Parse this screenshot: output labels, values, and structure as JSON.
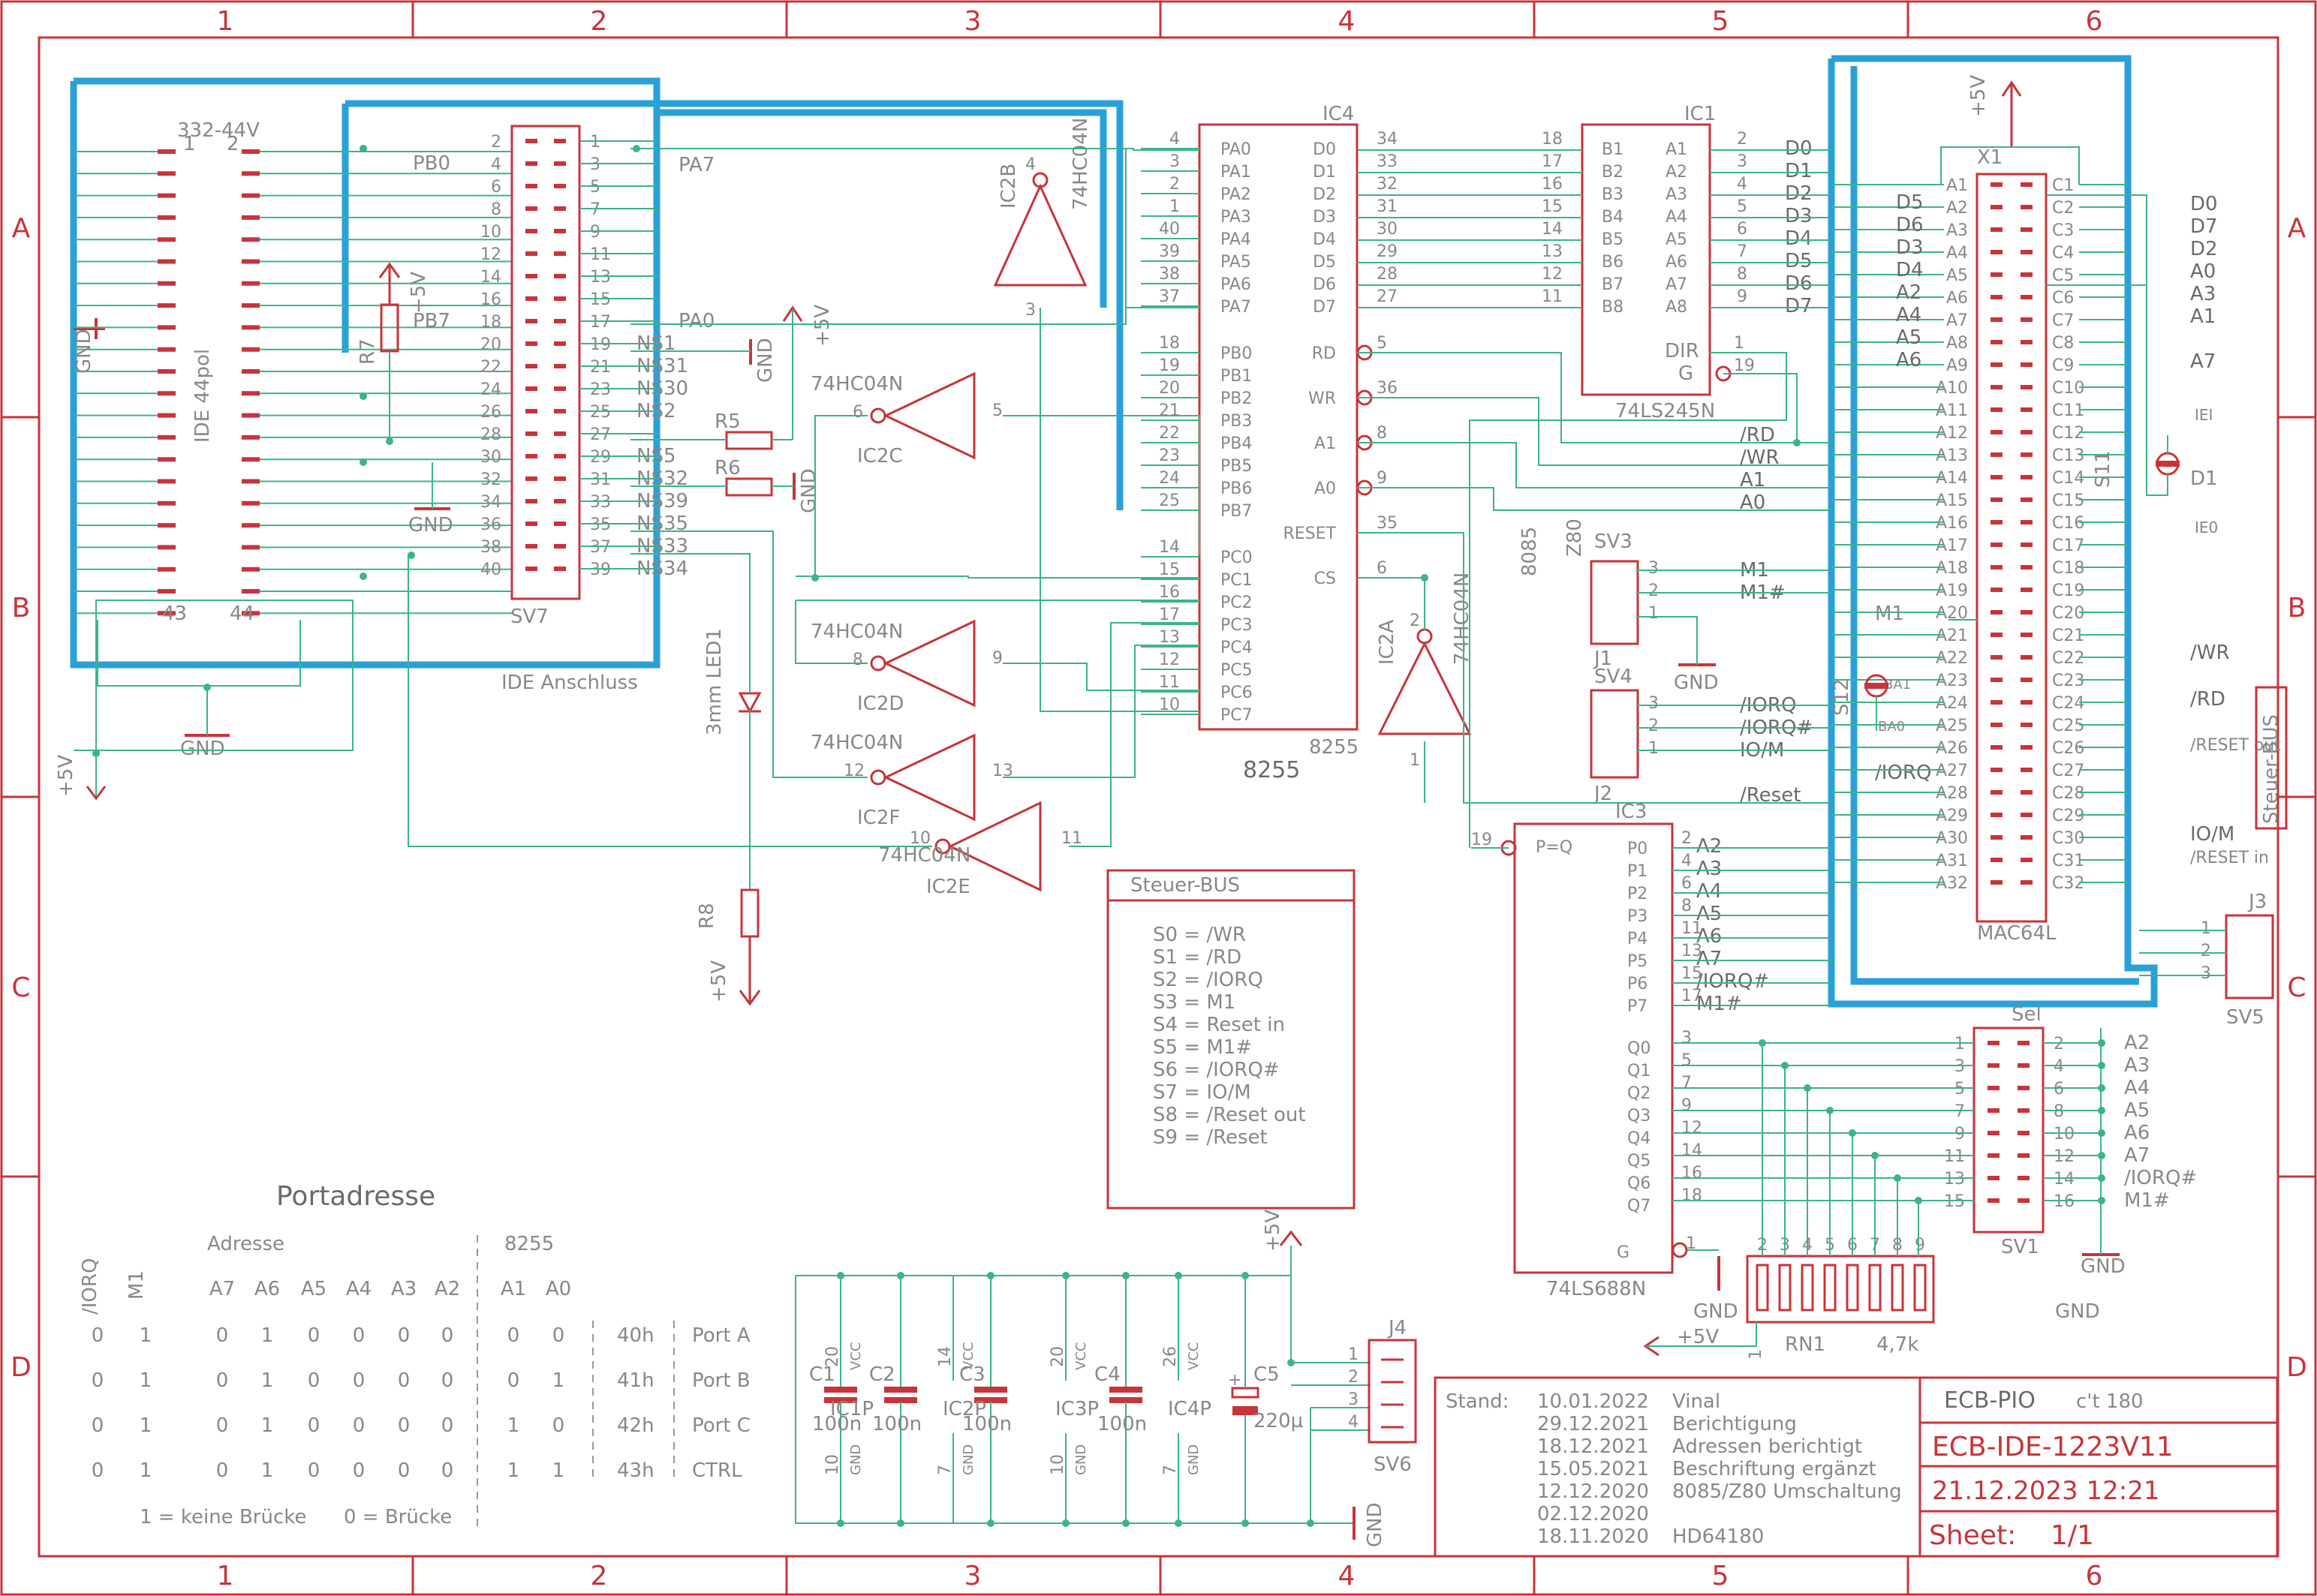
{
  "frame": {
    "cols": [
      "1",
      "2",
      "3",
      "4",
      "5",
      "6"
    ],
    "rows": [
      "A",
      "B",
      "C",
      "D"
    ]
  },
  "ide": {
    "part": "332-44V",
    "pin1": "1",
    "pin2": "2",
    "pin43": "43",
    "pin44": "44",
    "name": "IDE 44pol",
    "gnd": "GND",
    "gnd2": "GND",
    "vcc": "+5V",
    "title": "IDE Anschluss"
  },
  "sv7": {
    "name": "SV7",
    "pins_even": [
      "2",
      "4",
      "6",
      "8",
      "10",
      "12",
      "14",
      "16",
      "18",
      "20",
      "22",
      "24",
      "26",
      "28",
      "30",
      "32",
      "34",
      "36",
      "38",
      "40"
    ],
    "pins_odd": [
      "1",
      "3",
      "5",
      "7",
      "9",
      "11",
      "13",
      "15",
      "17",
      "19",
      "21",
      "23",
      "25",
      "27",
      "29",
      "31",
      "33",
      "35",
      "37",
      "39"
    ],
    "labels_right": [
      "PA7",
      "PA0"
    ],
    "labels_left": [
      "PB0",
      "PB7"
    ],
    "nc": [
      "NS1",
      "NS31",
      "NS30",
      "NS2",
      "NS5",
      "NS32",
      "NS39",
      "NS35",
      "NS33",
      "NS34"
    ],
    "gnd": "GND"
  },
  "r7": {
    "name": "R7",
    "vcc": "+5V"
  },
  "r5": "R5",
  "r6": "R6",
  "r6gnd": "GND",
  "r5vcc": "+5V",
  "gnd19": "GND",
  "led": {
    "name": "3mm LED1",
    "r8": "R8",
    "vcc": "+5V"
  },
  "inv": {
    "ic2b": "IC2B",
    "ic2c": "IC2C",
    "ic2d": "IC2D",
    "ic2f": "IC2F",
    "ic2e": "IC2E",
    "ic2a": "IC2A",
    "type": "74HC04N",
    "p6": "6",
    "p5": "5",
    "p8": "8",
    "p9": "9",
    "p12": "12",
    "p13": "13",
    "p10": "10",
    "p11": "11",
    "p4": "4",
    "p3": "3",
    "p2": "2",
    "p1": "1"
  },
  "ic4": {
    "name": "IC4",
    "chip": "8255",
    "chip2": "8255",
    "left": [
      [
        "4",
        "PA0"
      ],
      [
        "3",
        "PA1"
      ],
      [
        "2",
        "PA2"
      ],
      [
        "1",
        "PA3"
      ],
      [
        "40",
        "PA4"
      ],
      [
        "39",
        "PA5"
      ],
      [
        "38",
        "PA6"
      ],
      [
        "37",
        "PA7"
      ],
      [
        "18",
        "PB0"
      ],
      [
        "19",
        "PB1"
      ],
      [
        "20",
        "PB2"
      ],
      [
        "21",
        "PB3"
      ],
      [
        "22",
        "PB4"
      ],
      [
        "23",
        "PB5"
      ],
      [
        "24",
        "PB6"
      ],
      [
        "25",
        "PB7"
      ],
      [
        "14",
        "PC0"
      ],
      [
        "15",
        "PC1"
      ],
      [
        "16",
        "PC2"
      ],
      [
        "17",
        "PC3"
      ],
      [
        "13",
        "PC4"
      ],
      [
        "12",
        "PC5"
      ],
      [
        "11",
        "PC6"
      ],
      [
        "10",
        "PC7"
      ]
    ],
    "right": [
      [
        "34",
        "D0"
      ],
      [
        "33",
        "D1"
      ],
      [
        "32",
        "D2"
      ],
      [
        "31",
        "D3"
      ],
      [
        "30",
        "D4"
      ],
      [
        "29",
        "D5"
      ],
      [
        "28",
        "D6"
      ],
      [
        "27",
        "D7"
      ]
    ],
    "ctrl": [
      [
        "5",
        "RD"
      ],
      [
        "36",
        "WR"
      ],
      [
        "8",
        "A1"
      ],
      [
        "9",
        "A0"
      ],
      [
        "35",
        "RESET"
      ],
      [
        "6",
        "CS"
      ]
    ]
  },
  "ic1": {
    "name": "IC1",
    "chip": "74LS245N",
    "b": [
      [
        "18",
        "B1"
      ],
      [
        "17",
        "B2"
      ],
      [
        "16",
        "B3"
      ],
      [
        "15",
        "B4"
      ],
      [
        "14",
        "B5"
      ],
      [
        "13",
        "B6"
      ],
      [
        "12",
        "B7"
      ],
      [
        "11",
        "B8"
      ]
    ],
    "a": [
      [
        "2",
        "A1"
      ],
      [
        "3",
        "A2"
      ],
      [
        "4",
        "A3"
      ],
      [
        "5",
        "A4"
      ],
      [
        "6",
        "A5"
      ],
      [
        "7",
        "A6"
      ],
      [
        "8",
        "A7"
      ],
      [
        "9",
        "A8"
      ]
    ],
    "d": [
      "D0",
      "D1",
      "D2",
      "D3",
      "D4",
      "D5",
      "D6",
      "D7"
    ],
    "dir": "DIR",
    "g": "G",
    "p1": "1",
    "p19": "19"
  },
  "x1": {
    "name": "X1",
    "chip": "MAC64L",
    "vcc": "+5V",
    "a": [
      "A1",
      "A2",
      "A3",
      "A4",
      "A5",
      "A6",
      "A7",
      "A8",
      "A9",
      "A10",
      "A11",
      "A12",
      "A13",
      "A14",
      "A15",
      "A16",
      "A17",
      "A18",
      "A19",
      "A20",
      "A21",
      "A22",
      "A23",
      "A24",
      "A25",
      "A26",
      "A27",
      "A28",
      "A29",
      "A30",
      "A31",
      "A32"
    ],
    "c": [
      "C1",
      "C2",
      "C3",
      "C4",
      "C5",
      "C6",
      "C7",
      "C8",
      "C9",
      "C10",
      "C11",
      "C12",
      "C13",
      "C14",
      "C15",
      "C16",
      "C17",
      "C18",
      "C19",
      "C20",
      "C21",
      "C22",
      "C23",
      "C24",
      "C25",
      "C26",
      "C27",
      "C28",
      "C29",
      "C30",
      "C31",
      "C32"
    ],
    "left_sig": [
      "D5",
      "D6",
      "D3",
      "D4",
      "A2",
      "A4",
      "A5",
      "A6"
    ],
    "right_sig": [
      "D0",
      "D7",
      "D2",
      "A0",
      "A3",
      "A1",
      "A7"
    ],
    "right_ctrl": [
      "/WR",
      "/RD",
      "/RESET out",
      "IO/M",
      "/RESET in"
    ],
    "iei": "IEI",
    "ieo": "IE0",
    "s11": "S11",
    "d1": "D1",
    "s12": "S12",
    "ba1": "BA1",
    "ba0": "BA0",
    "m1": "M1",
    "p1": "1",
    "p2": "2"
  },
  "ctrl_lines": [
    "/RD",
    "/WR",
    "A1",
    "A0"
  ],
  "sv3": {
    "name": "SV3",
    "p": [
      "3",
      "2",
      "1"
    ],
    "sig": [
      "M1",
      "M1#"
    ],
    "j": "J1",
    "cpu1": "8085",
    "cpu2": "Z80",
    "gnd": "GND"
  },
  "sv4": {
    "name": "SV4",
    "p": [
      "3",
      "2",
      "1"
    ],
    "sig": [
      "/IORQ",
      "/IORQ#",
      "IO/M"
    ],
    "j": "J2"
  },
  "misc": {
    "iorq": "/IORQ",
    "reset": "/Reset",
    "steuer": "Steuer-BUS"
  },
  "ic3": {
    "name": "IC3",
    "chip": "74LS688N",
    "pq": "P=Q",
    "p19": "19",
    "g": "G",
    "p1": "1",
    "p": [
      [
        "2",
        "P0",
        "A2"
      ],
      [
        "4",
        "P1",
        "A3"
      ],
      [
        "6",
        "P2",
        "A4"
      ],
      [
        "8",
        "P3",
        "A5"
      ],
      [
        "11",
        "P4",
        "A6"
      ],
      [
        "13",
        "P5",
        "A7"
      ],
      [
        "15",
        "P6",
        "/IORQ#"
      ],
      [
        "17",
        "P7",
        "M1#"
      ]
    ],
    "q": [
      [
        "3",
        "Q0"
      ],
      [
        "5",
        "Q1"
      ],
      [
        "7",
        "Q2"
      ],
      [
        "9",
        "Q3"
      ],
      [
        "12",
        "Q4"
      ],
      [
        "14",
        "Q5"
      ],
      [
        "16",
        "Q6"
      ],
      [
        "18",
        "Q7"
      ]
    ]
  },
  "sv1": {
    "name": "SV1",
    "sel": "Sel",
    "left": [
      "1",
      "3",
      "5",
      "7",
      "9",
      "11",
      "13",
      "15"
    ],
    "right": [
      "2",
      "4",
      "6",
      "8",
      "10",
      "12",
      "14",
      "16"
    ],
    "sig": [
      "A2",
      "A3",
      "A4",
      "A5",
      "A6",
      "A7",
      "/IORQ#",
      "M1#"
    ],
    "gnd": "GND"
  },
  "j3": {
    "name": "J3",
    "sv": "SV5",
    "p": [
      "1",
      "2",
      "3"
    ]
  },
  "rn1": {
    "name": "RN1",
    "val": "4,7k",
    "pins": [
      "2",
      "3",
      "4",
      "5",
      "6",
      "7",
      "8",
      "9"
    ],
    "p1": "1",
    "vcc": "+5V",
    "gnd": "GND",
    "gnd2": "GND"
  },
  "steuerbox": {
    "title": "Steuer-BUS",
    "lines": [
      "S0 = /WR",
      "S1 = /RD",
      "S2 = /IORQ",
      "S3 = M1",
      "S4 = Reset in",
      "S5 = M1#",
      "S6 = /IORQ#",
      "S7 = IO/M",
      "S8 = /Reset out",
      "S9 = /Reset"
    ]
  },
  "caps": [
    {
      "n": "C1",
      "v": "100n",
      "ic": "IC1P",
      "vp": "20",
      "gp": "10"
    },
    {
      "n": "C2",
      "v": "100n",
      "ic": "IC2P",
      "vp": "14",
      "gp": "7"
    },
    {
      "n": "C3",
      "v": "100n",
      "ic": "IC3P",
      "vp": "20",
      "gp": "10"
    },
    {
      "n": "C4",
      "v": "100n",
      "ic": "IC4P",
      "vp": "26",
      "gp": "7"
    }
  ],
  "c5": {
    "n": "C5",
    "v": "220µ",
    "plus": "+"
  },
  "vcc_lbl": "VCC",
  "gnd_lbl": "GND",
  "cap_vcc": "+5V",
  "cap_gnd": "GND",
  "j4": {
    "name": "J4",
    "sv": "SV6",
    "p": [
      "1",
      "2",
      "3",
      "4"
    ]
  },
  "portadr": {
    "title": "Portadresse",
    "head_sig": [
      "/IORQ",
      "M1"
    ],
    "adresse": "Adresse",
    "head_adr": [
      "A7",
      "A6",
      "A5",
      "A4",
      "A3",
      "A2"
    ],
    "ic": "8255",
    "head_ic": [
      "A1",
      "A0"
    ],
    "rows": [
      [
        "0",
        "1",
        "0",
        "1",
        "0",
        "0",
        "0",
        "0",
        "0",
        "0",
        "40h",
        "Port A"
      ],
      [
        "0",
        "1",
        "0",
        "1",
        "0",
        "0",
        "0",
        "0",
        "0",
        "1",
        "41h",
        "Port B"
      ],
      [
        "0",
        "1",
        "0",
        "1",
        "0",
        "0",
        "0",
        "0",
        "1",
        "0",
        "42h",
        "Port C"
      ],
      [
        "0",
        "1",
        "0",
        "1",
        "0",
        "0",
        "0",
        "0",
        "1",
        "1",
        "43h",
        "CTRL"
      ]
    ],
    "legend": "1 = keine Brücke      0 = Brücke"
  },
  "titleblock": {
    "stand": "Stand:",
    "history": [
      [
        "10.01.2022",
        "Vinal"
      ],
      [
        "29.12.2021",
        "Berichtigung"
      ],
      [
        "18.12.2021",
        "Adressen berichtigt"
      ],
      [
        "15.05.2021",
        "Beschriftung ergänzt"
      ],
      [
        "12.12.2020",
        "8085/Z80 Umschaltung"
      ],
      [
        "02.12.2020",
        ""
      ],
      [
        "18.11.2020",
        "HD64180"
      ]
    ],
    "project": "ECB-PIO",
    "mag": "c't 180",
    "name": "ECB-IDE-1223V11",
    "date": "21.12.2023 12:21",
    "sheet": "Sheet:",
    "sheetno": "1/1"
  }
}
